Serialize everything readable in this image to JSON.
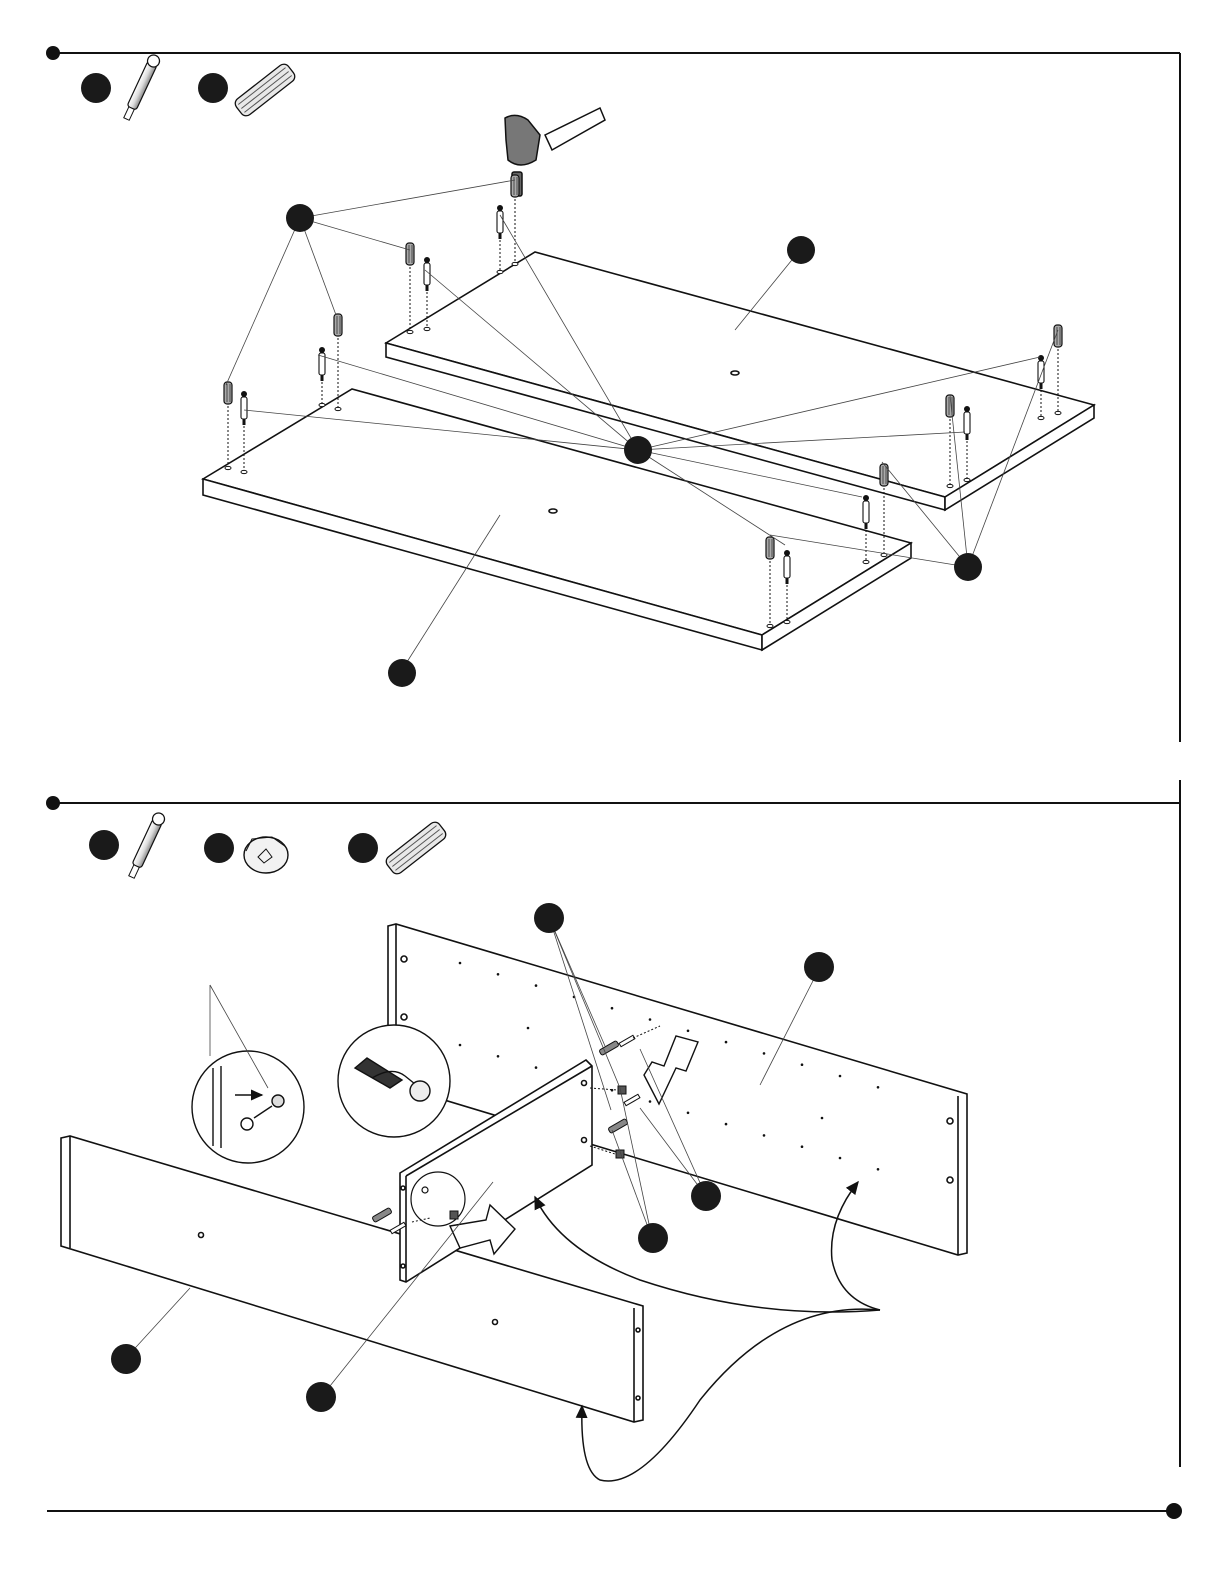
{
  "document": {
    "type": "assembly instructions",
    "steps": [
      {
        "step_marker": "",
        "hardware_icons": [
          {
            "name": "cam-bolt-icon",
            "callout": ""
          },
          {
            "name": "wood-dowel-icon",
            "callout": ""
          }
        ],
        "tools": [
          "hammer-icon"
        ],
        "panels": [
          "upper-panel",
          "lower-panel"
        ],
        "callouts": [
          "",
          "",
          "",
          "",
          ""
        ]
      },
      {
        "step_marker": "",
        "hardware_icons": [
          {
            "name": "cam-bolt-icon",
            "callout": ""
          },
          {
            "name": "cam-lock-icon",
            "callout": ""
          },
          {
            "name": "wood-dowel-icon",
            "callout": ""
          }
        ],
        "tools": [
          "screwdriver-icon"
        ],
        "panels": [
          "back-panel",
          "front-panel",
          "side-panel"
        ],
        "callouts": [
          "",
          "",
          "",
          "",
          "",
          ""
        ]
      }
    ],
    "colors": {
      "ink": "#111111",
      "paper": "#ffffff",
      "callout_fill": "#1a1a1a"
    }
  }
}
